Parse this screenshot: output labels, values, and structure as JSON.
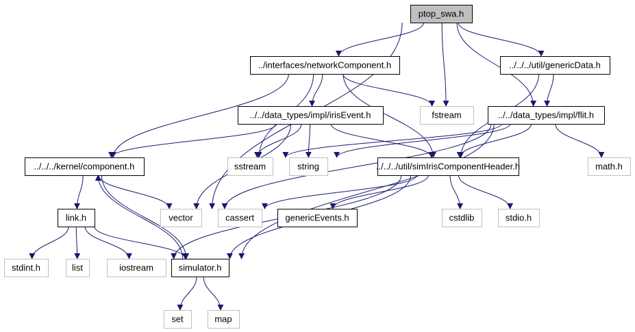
{
  "colors": {
    "edge": "#191970",
    "root_fill": "#bfbfbf",
    "local_border": "#000000",
    "system_border": "#bfbfbf",
    "text": "#000000"
  },
  "nodes": [
    {
      "id": "ptop_swa",
      "label": "ptop_swa.h",
      "kind": "root"
    },
    {
      "id": "networkComponent",
      "label": "../interfaces/networkComponent.h",
      "kind": "local"
    },
    {
      "id": "genericData",
      "label": "../../../util/genericData.h",
      "kind": "local"
    },
    {
      "id": "fstream",
      "label": "fstream",
      "kind": "system"
    },
    {
      "id": "irisEvent",
      "label": "../../data_types/impl/irisEvent.h",
      "kind": "local"
    },
    {
      "id": "flit",
      "label": "../../data_types/impl/flit.h",
      "kind": "local"
    },
    {
      "id": "component",
      "label": "../../../kernel/component.h",
      "kind": "local"
    },
    {
      "id": "sstream",
      "label": "sstream",
      "kind": "system"
    },
    {
      "id": "string",
      "label": "string",
      "kind": "system"
    },
    {
      "id": "simIris",
      "label": "../../../util/simIrisComponentHeader.h",
      "kind": "local"
    },
    {
      "id": "math",
      "label": "math.h",
      "kind": "system"
    },
    {
      "id": "link",
      "label": "link.h",
      "kind": "local"
    },
    {
      "id": "vector",
      "label": "vector",
      "kind": "system"
    },
    {
      "id": "cassert",
      "label": "cassert",
      "kind": "system"
    },
    {
      "id": "genericEvents",
      "label": "genericEvents.h",
      "kind": "local"
    },
    {
      "id": "cstdlib",
      "label": "cstdlib",
      "kind": "system"
    },
    {
      "id": "stdio",
      "label": "stdio.h",
      "kind": "system"
    },
    {
      "id": "stdint",
      "label": "stdint.h",
      "kind": "system"
    },
    {
      "id": "list",
      "label": "list",
      "kind": "system"
    },
    {
      "id": "iostream",
      "label": "iostream",
      "kind": "system"
    },
    {
      "id": "simulator",
      "label": "simulator.h",
      "kind": "local"
    },
    {
      "id": "set",
      "label": "set",
      "kind": "system"
    },
    {
      "id": "map",
      "label": "map",
      "kind": "system"
    }
  ],
  "edges": [
    {
      "from": "ptop_swa",
      "to": "networkComponent"
    },
    {
      "from": "ptop_swa",
      "to": "genericData"
    },
    {
      "from": "ptop_swa",
      "to": "fstream"
    },
    {
      "from": "ptop_swa",
      "to": "flit"
    },
    {
      "from": "ptop_swa",
      "to": "vector"
    },
    {
      "from": "networkComponent",
      "to": "irisEvent"
    },
    {
      "from": "networkComponent",
      "to": "fstream"
    },
    {
      "from": "networkComponent",
      "to": "component"
    },
    {
      "from": "networkComponent",
      "to": "sstream"
    },
    {
      "from": "networkComponent",
      "to": "simIris"
    },
    {
      "from": "genericData",
      "to": "flit"
    },
    {
      "from": "genericData",
      "to": "simIris"
    },
    {
      "from": "irisEvent",
      "to": "component"
    },
    {
      "from": "irisEvent",
      "to": "sstream"
    },
    {
      "from": "irisEvent",
      "to": "string"
    },
    {
      "from": "irisEvent",
      "to": "simIris"
    },
    {
      "from": "irisEvent",
      "to": "vector"
    },
    {
      "from": "flit",
      "to": "sstream"
    },
    {
      "from": "flit",
      "to": "string"
    },
    {
      "from": "flit",
      "to": "simIris"
    },
    {
      "from": "flit",
      "to": "math"
    },
    {
      "from": "flit",
      "to": "vector"
    },
    {
      "from": "flit",
      "to": "simulator"
    },
    {
      "from": "component",
      "to": "link"
    },
    {
      "from": "component",
      "to": "vector"
    },
    {
      "from": "component",
      "to": "simulator"
    },
    {
      "from": "simulator",
      "to": "component"
    },
    {
      "from": "simIris",
      "to": "cassert"
    },
    {
      "from": "simIris",
      "to": "genericEvents"
    },
    {
      "from": "simIris",
      "to": "cstdlib"
    },
    {
      "from": "simIris",
      "to": "stdio"
    },
    {
      "from": "simIris",
      "to": "iostream"
    },
    {
      "from": "simIris",
      "to": "simulator"
    },
    {
      "from": "link",
      "to": "stdint"
    },
    {
      "from": "link",
      "to": "list"
    },
    {
      "from": "link",
      "to": "iostream"
    },
    {
      "from": "link",
      "to": "simulator"
    },
    {
      "from": "simulator",
      "to": "set"
    },
    {
      "from": "simulator",
      "to": "map"
    }
  ]
}
